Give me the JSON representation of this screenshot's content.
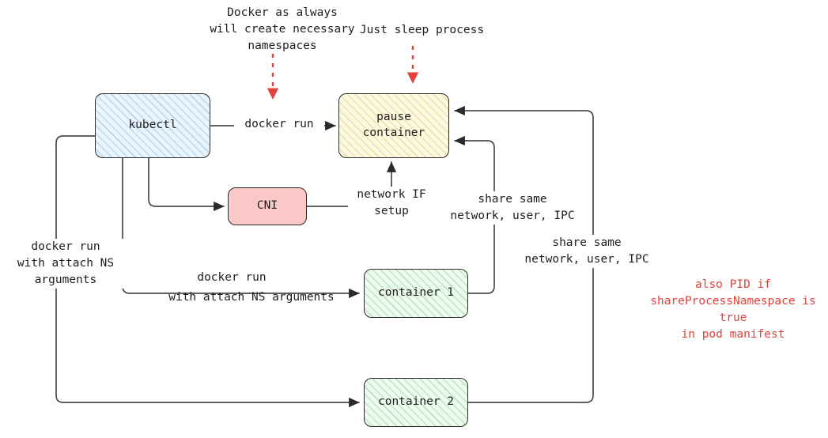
{
  "diagram": {
    "title": "Kubernetes pod container namespace sharing",
    "colors": {
      "stroke": "#2b2b2b",
      "wire": "#4a4a4a",
      "accent_red": "#e2413c",
      "kubectl_fill": "#eaf4fd",
      "pause_fill": "#fdf8e2",
      "cni_fill": "#fbc8c8",
      "container_fill": "#edfaee"
    },
    "nodes": {
      "kubectl": {
        "label": "kubectl"
      },
      "pause": {
        "label": "pause\ncontainer"
      },
      "cni": {
        "label": "CNI"
      },
      "container1": {
        "label": "container 1"
      },
      "container2": {
        "label": "container 2"
      }
    },
    "annotations": {
      "docker_namespaces_note": "Docker as always\nwill create necessary\nnamespaces",
      "sleep_note": "Just sleep process",
      "pid_note": "also PID if\nshareProcessNamespace is true\nin pod manifest"
    },
    "edge_labels": {
      "kubectl_to_pause": "docker run",
      "kubectl_to_container2": "docker run\nwith attach NS\narguments",
      "kubectl_to_container1_above": "docker run",
      "kubectl_to_container1_below": "with attach NS arguments",
      "cni_to_pause": "network IF\nsetup",
      "container1_share": "share same\nnetwork, user, IPC",
      "container2_share": "share same\nnetwork, user, IPC"
    }
  }
}
